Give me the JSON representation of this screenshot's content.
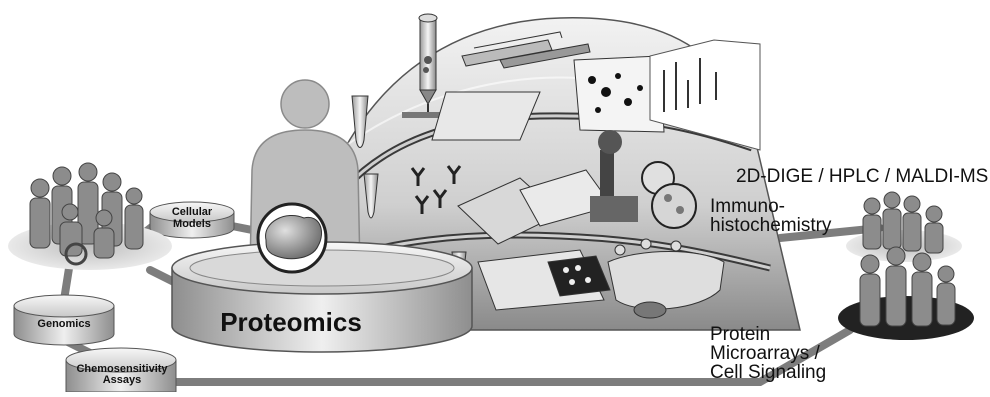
{
  "diagram": {
    "central_label": "Proteomics",
    "side_disks": [
      {
        "id": "cellular",
        "lines": [
          "Cellular",
          "Models"
        ]
      },
      {
        "id": "genomics",
        "lines": [
          "Genomics"
        ]
      },
      {
        "id": "chemo",
        "lines": [
          "Chemosensitivity",
          "Assays"
        ]
      }
    ],
    "layer_labels": {
      "top": "2D-DIGE / HPLC / MALDI-MS",
      "middle": [
        "Immuno-",
        "histochemistry"
      ],
      "bottom": [
        "Protein",
        "Microarrays /",
        "Cell Signaling"
      ]
    }
  }
}
